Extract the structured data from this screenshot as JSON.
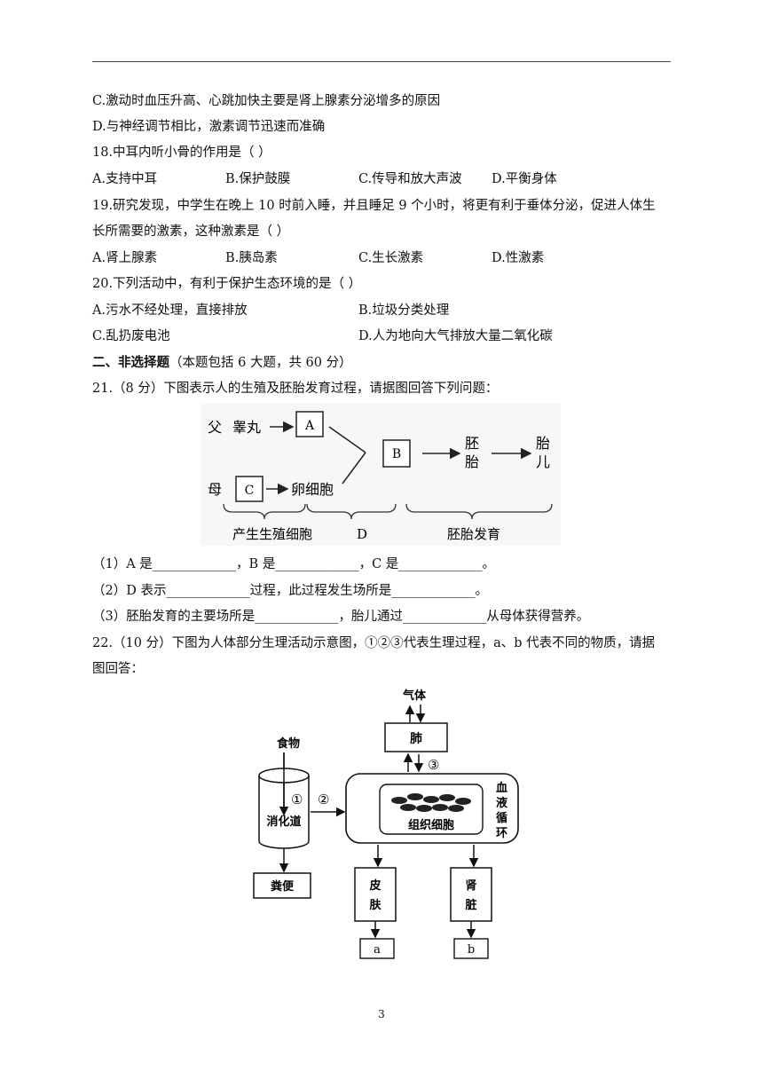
{
  "lines": {
    "c17": "C.激动时血压升高、心跳加快主要是肾上腺素分泌增多的原因",
    "d17": "D.与神经调节相比，激素调节迅速而准确",
    "q18": "18.中耳内听小骨的作用是（    ）",
    "q19a": "19.研究发现，中学生在晚上 10 时前入睡，并且睡足 9 个小时，将更有利于垂体分泌，促进人体生",
    "q19b": "长所需要的激素，这种激素是（    ）",
    "q20": "20.下列活动中，有利于保护生态环境的是（    ）",
    "sec2_head": "二、非选择题",
    "sec2_rest": "（本题包括 6 大题，共 60 分）",
    "q21": "21.（8 分）下图表示人的生殖及胚胎发育过程，请据图回答下列问题：",
    "q21_1": "（1）A 是_____________，B 是_____________，C 是_____________。",
    "q21_2": "（2）D 表示_____________过程，此过程发生场所是_____________。",
    "q21_3": "（3）胚胎发育的主要场所是_____________，胎儿通过_____________从母体获得营养。",
    "q22a": "22.（10 分）下图为人体部分生理活动示意图，①②③代表生理过程，a、b 代表不同的物质，请据",
    "q22b": "图回答："
  },
  "options": {
    "q18": [
      "A.支持中耳",
      "B.保护鼓膜",
      "C.传导和放大声波",
      "D.平衡身体"
    ],
    "q19": [
      "A.肾上腺素",
      "B.胰岛素",
      "C.生长激素",
      "D.性激素"
    ],
    "q20": [
      "A.污水不经处理，直接排放",
      "B.垃圾分类处理",
      "C.乱扔废电池",
      "D.人为地向大气排放大量二氧化碳"
    ]
  },
  "diagram1": {
    "father": "父",
    "testis": "睾丸",
    "box_a": "A",
    "mother": "母",
    "box_c": "C",
    "egg": "卵细胞",
    "box_b": "B",
    "embryo_1": "胚",
    "embryo_2": "胎",
    "fetus_1": "胎",
    "fetus_2": "儿",
    "label_gamete": "产生生殖细胞",
    "label_d": "D",
    "label_dev": "胚胎发育"
  },
  "diagram2": {
    "gas": "气体",
    "lung": "肺",
    "food": "食物",
    "p1": "①",
    "p2": "②",
    "p3": "③",
    "digestive": "消化道",
    "tissue": "组织细胞",
    "circ": [
      "血",
      "液",
      "循",
      "环"
    ],
    "feces": "粪便",
    "skin": [
      "皮",
      "肤"
    ],
    "kidney": [
      "肾",
      "脏"
    ],
    "out_a": "a",
    "out_b": "b"
  },
  "page_number": "3"
}
